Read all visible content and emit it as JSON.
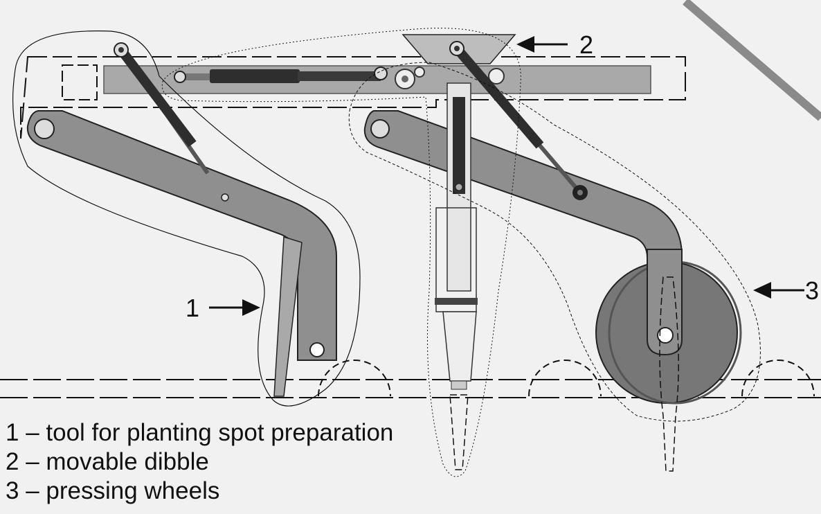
{
  "callouts": [
    {
      "id": "tool",
      "number": "1"
    },
    {
      "id": "dibble",
      "number": "2"
    },
    {
      "id": "wheels",
      "number": "3"
    }
  ],
  "legend": [
    "1 – tool for planting spot preparation",
    "2 – movable dibble",
    "3 – pressing wheels"
  ],
  "colors": {
    "background": "#f1f1f1",
    "frame": "#a9a9a9",
    "arm": "#8f8f8f",
    "cylinder": "#2e2e2e",
    "wheel": "#777777",
    "hopper": "#bdbdbd",
    "outline": "#111111",
    "diagonal_bar": "#8a8a8a"
  }
}
